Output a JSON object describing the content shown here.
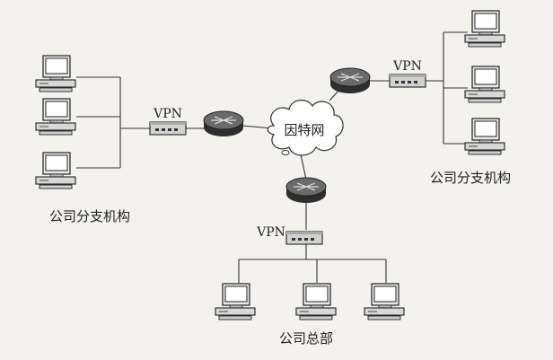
{
  "colors": {
    "line": "#333333",
    "router": "#3a3a3a",
    "device": "#cfcfcf",
    "background": "#f3f2ee",
    "cloud": "#ffffff"
  },
  "labels": {
    "internet": "因特网",
    "branch_left": "公司分支机构",
    "branch_right": "公司分支机构",
    "headquarters": "公司总部",
    "vpn_left": "VPN",
    "vpn_right": "VPN",
    "vpn_hq": "VPN"
  },
  "icons": {
    "router": "router-icon",
    "computer": "computer-icon",
    "vpn": "vpn-device-icon",
    "cloud": "internet-cloud-icon"
  }
}
